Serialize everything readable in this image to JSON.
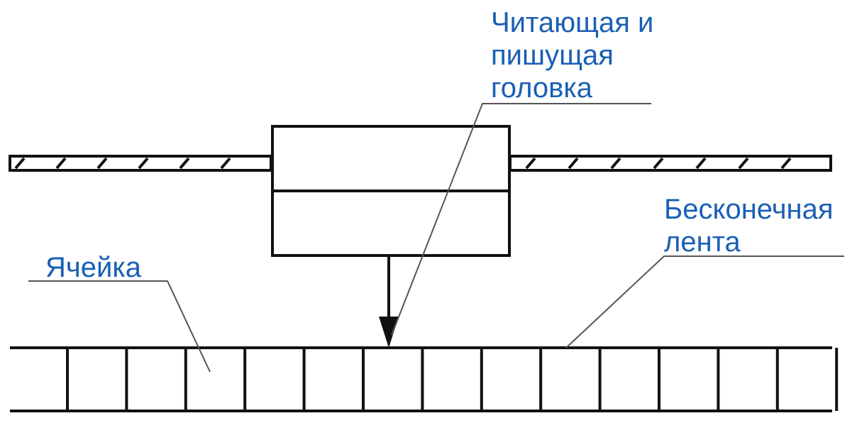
{
  "labels": {
    "head_line1": "Читающая и",
    "head_line2": "пишущая",
    "head_line3": "головка",
    "tape_line1": "Бесконечная",
    "tape_line2": "лента",
    "cell": "Ячейка"
  },
  "colors": {
    "label": "#1a5fb4",
    "ink": "#111111",
    "leader": "#555555"
  },
  "tape": {
    "cell_count": 14
  }
}
